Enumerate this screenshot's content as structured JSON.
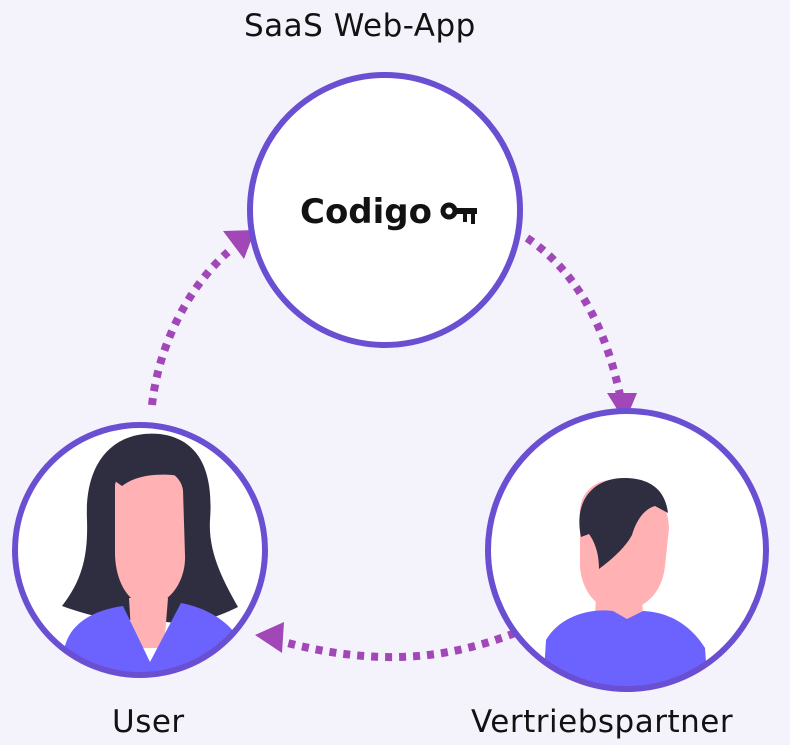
{
  "nodes": {
    "app": {
      "caption": "SaaS Web-App",
      "logo_text": "Codigo",
      "logo_icon": "key-icon"
    },
    "user": {
      "caption": "User",
      "avatar_icon": "woman-avatar-icon"
    },
    "partner": {
      "caption": "Vertriebspartner",
      "avatar_icon": "man-avatar-icon"
    }
  },
  "colors": {
    "background": "#f4f3fb",
    "circle_border": "#6b4fd2",
    "arrow": "#a247b8",
    "hair": "#2f2e41",
    "skin": "#ffb1b4",
    "shirt": "#6c63ff"
  }
}
